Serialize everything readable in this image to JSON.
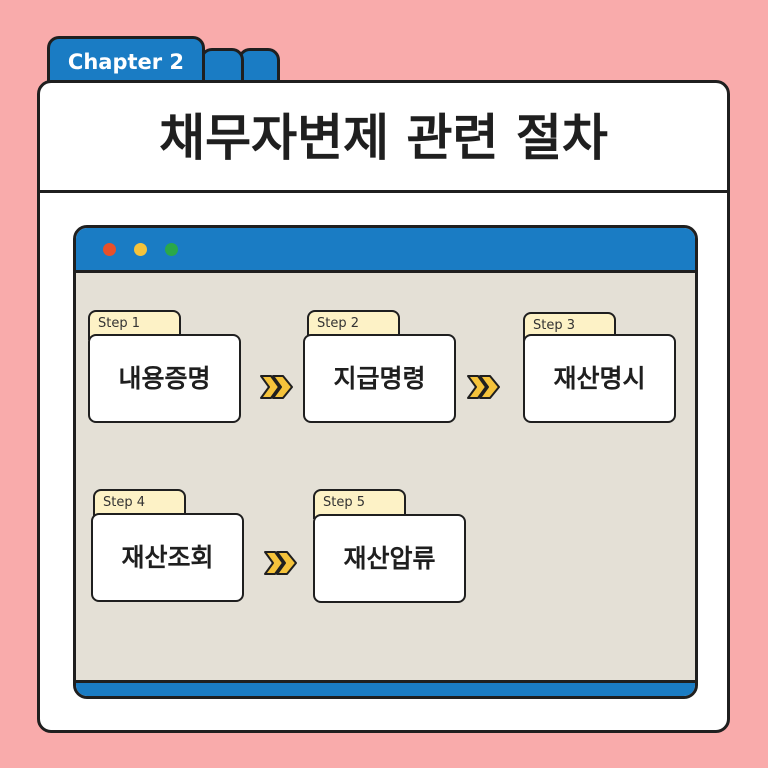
{
  "chapter_tab": "Chapter 2",
  "title": "채무자변제 관련 절차",
  "colors": {
    "background": "#f9abab",
    "blue": "#1a7cc4",
    "panel": "#e4e0d6",
    "tab": "#fdf2c6",
    "arrow": "#f5c33b",
    "dots": [
      "#e8502a",
      "#f5c33b",
      "#2aa84a"
    ]
  },
  "steps": [
    {
      "tab": "Step 1",
      "label": "내용증명"
    },
    {
      "tab": "Step 2",
      "label": "지급명령"
    },
    {
      "tab": "Step 3",
      "label": "재산명시"
    },
    {
      "tab": "Step 4",
      "label": "재산조회"
    },
    {
      "tab": "Step 5",
      "label": "재산압류"
    }
  ]
}
